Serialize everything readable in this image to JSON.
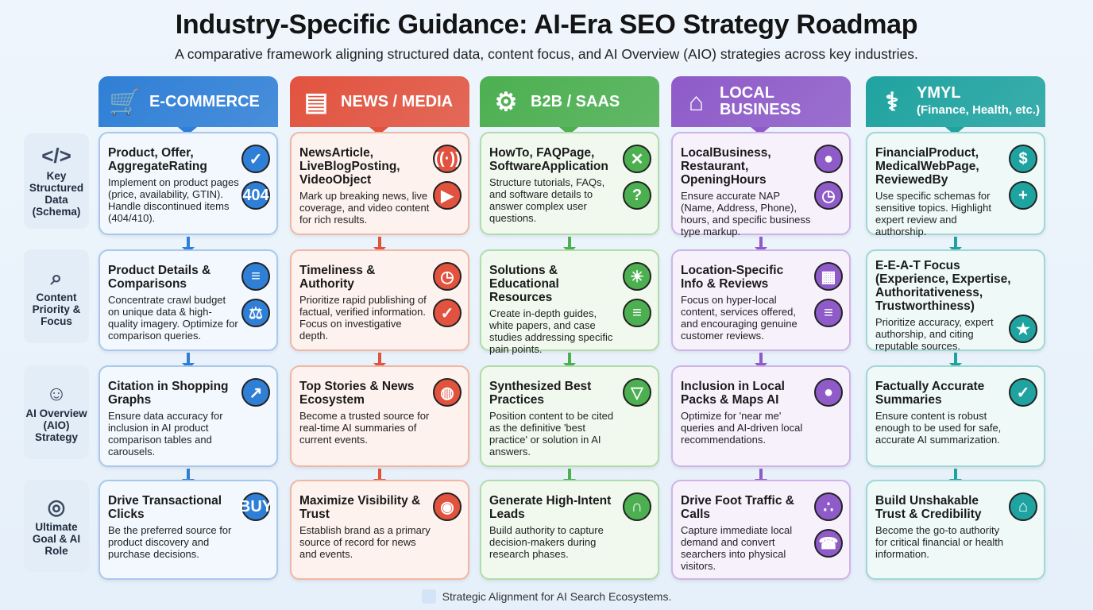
{
  "title": "Industry-Specific Guidance: AI-Era SEO Strategy Roadmap",
  "subtitle": "A comparative framework aligning structured data, content focus, and AI Overview (AIO) strategies across key industries.",
  "rows": [
    {
      "label": "Key Structured Data (Schema)",
      "icon": "code-window-icon",
      "glyph": "</>"
    },
    {
      "label": "Content Priority & Focus",
      "icon": "magnifier-box-icon",
      "glyph": "⌕"
    },
    {
      "label": "AI Overview (AIO) Strategy",
      "icon": "robot-icon",
      "glyph": "☺"
    },
    {
      "label": "Ultimate Goal & AI Role",
      "icon": "target-icon",
      "glyph": "◎"
    }
  ],
  "columns": [
    {
      "name": "E-COMMERCE",
      "sub": "",
      "icon": "shopping-cart-icon",
      "glyph": "🛒",
      "color": "#2f7fd6",
      "bg": "#f3f8fe",
      "border": "#a8c8ee",
      "cards": [
        {
          "title": "Product, Offer, AggregateRating",
          "desc": "Implement on product pages (price, availability, GTIN). Handle discontinued items (404/410).",
          "icons": [
            "price-tag-icon",
            "404-page-icon"
          ],
          "glyphs": [
            "✓",
            "404"
          ]
        },
        {
          "title": "Product Details & Comparisons",
          "desc": "Concentrate crawl budget on unique data & high-quality imagery. Optimize for comparison queries.",
          "icons": [
            "document-icon",
            "balance-scale-icon"
          ],
          "glyphs": [
            "≡",
            "⚖"
          ]
        },
        {
          "title": "Citation in Shopping Graphs",
          "desc": "Ensure data accuracy for inclusion in AI product comparison tables and carousels.",
          "icons": [
            "growth-chart-icon"
          ],
          "glyphs": [
            "↗"
          ]
        },
        {
          "title": "Drive Transactional Clicks",
          "desc": "Be the preferred source for product discovery and purchase decisions.",
          "icons": [
            "buy-button-icon"
          ],
          "glyphs": [
            "BUY"
          ]
        }
      ]
    },
    {
      "name": "NEWS / MEDIA",
      "sub": "",
      "icon": "newspaper-icon",
      "glyph": "▤",
      "color": "#e2533f",
      "bg": "#fdf2ed",
      "border": "#f0b7a6",
      "cards": [
        {
          "title": "NewsArticle, LiveBlogPosting, VideoObject",
          "desc": "Mark up breaking news, live coverage, and video content for rich results.",
          "icons": [
            "broadcast-tower-icon",
            "video-play-icon"
          ],
          "glyphs": [
            "((·))",
            "▶"
          ]
        },
        {
          "title": "Timeliness & Authority",
          "desc": "Prioritize rapid publishing of factual, verified information. Focus on investigative depth.",
          "icons": [
            "stopwatch-icon",
            "verified-badge-icon"
          ],
          "glyphs": [
            "◷",
            "✓"
          ]
        },
        {
          "title": "Top Stories & News Ecosystem",
          "desc": "Become a trusted source for real-time AI summaries of current events.",
          "icons": [
            "globe-megaphone-icon"
          ],
          "glyphs": [
            "◍"
          ]
        },
        {
          "title": "Maximize Visibility & Trust",
          "desc": "Establish brand as a primary source of record for news and events.",
          "icons": [
            "eye-shield-icon"
          ],
          "glyphs": [
            "◉"
          ]
        }
      ]
    },
    {
      "name": "B2B / SAAS",
      "sub": "",
      "icon": "gears-icon",
      "glyph": "⚙",
      "color": "#4caf50",
      "bg": "#f1f9ef",
      "border": "#b1dcab",
      "cards": [
        {
          "title": "HowTo, FAQPage, SoftwareApplication",
          "desc": "Structure tutorials, FAQs, and software details to answer complex user questions.",
          "icons": [
            "tools-icon",
            "question-bubble-icon"
          ],
          "glyphs": [
            "✕",
            "?"
          ]
        },
        {
          "title": "Solutions & Educational Resources",
          "desc": "Create in-depth guides, white papers, and case studies addressing specific pain points.",
          "icons": [
            "lightbulb-icon",
            "report-icon"
          ],
          "glyphs": [
            "☀",
            "≡"
          ]
        },
        {
          "title": "Synthesized Best Practices",
          "desc": "Position content to be cited as the definitive 'best practice' or solution in AI answers.",
          "icons": [
            "funnel-checklist-icon"
          ],
          "glyphs": [
            "▽"
          ]
        },
        {
          "title": "Generate High-Intent Leads",
          "desc": "Build authority to capture decision-makers during research phases.",
          "icons": [
            "magnet-user-icon"
          ],
          "glyphs": [
            "∩"
          ]
        }
      ]
    },
    {
      "name": "LOCAL BUSINESS",
      "sub": "",
      "icon": "storefront-icon",
      "glyph": "⌂",
      "color": "#8e5bc8",
      "bg": "#f7f1fc",
      "border": "#cdb4e8",
      "cards": [
        {
          "title": "LocalBusiness, Restaurant, OpeningHours",
          "desc": "Ensure accurate NAP (Name, Address, Phone), hours, and specific business type markup.",
          "icons": [
            "map-pin-icon",
            "clock-icon"
          ],
          "glyphs": [
            "●",
            "◷"
          ]
        },
        {
          "title": "Location-Specific Info & Reviews",
          "desc": "Focus on hyper-local content, services offered, and encouraging genuine customer reviews.",
          "icons": [
            "map-icon",
            "chat-bubbles-icon"
          ],
          "glyphs": [
            "▦",
            "≡"
          ]
        },
        {
          "title": "Inclusion in Local Packs & Maps AI",
          "desc": "Optimize for 'near me' queries and AI-driven local recommendations.",
          "icons": [
            "map-ai-pin-icon"
          ],
          "glyphs": [
            "●"
          ]
        },
        {
          "title": "Drive Foot Traffic & Calls",
          "desc": "Capture immediate local demand and convert searchers into physical visitors.",
          "icons": [
            "footprints-icon",
            "phone-icon"
          ],
          "glyphs": [
            "∴",
            "☎"
          ]
        }
      ]
    },
    {
      "name": "YMYL",
      "sub": "(Finance, Health, etc.)",
      "icon": "caduceus-icon",
      "glyph": "⚕",
      "color": "#1fa3a0",
      "bg": "#eef9f8",
      "border": "#9fd8d4",
      "cards": [
        {
          "title": "FinancialProduct, MedicalWebPage, ReviewedBy",
          "desc": "Use specific schemas for sensitive topics. Highlight expert review and authorship.",
          "icons": [
            "coins-icon",
            "medical-cross-icon"
          ],
          "glyphs": [
            "$",
            "+"
          ]
        },
        {
          "title": "E-E-A-T Focus (Experience, Expertise, Authoritativeness, Trustworthiness)",
          "desc": "Prioritize accuracy, expert authorship, and citing reputable sources.",
          "icons": [
            "eeat-certificate-icon"
          ],
          "glyphs": [
            "★"
          ]
        },
        {
          "title": "Factually Accurate Summaries",
          "desc": "Ensure content is robust enough to be used for safe, accurate AI summarization.",
          "icons": [
            "brain-check-icon"
          ],
          "glyphs": [
            "✓"
          ]
        },
        {
          "title": "Build Unshakable Trust & Credibility",
          "desc": "Become the go-to authority for critical financial or health information.",
          "icons": [
            "institution-handshake-icon"
          ],
          "glyphs": [
            "⌂"
          ]
        }
      ]
    }
  ],
  "footer": "Strategic Alignment for AI Search Ecosystems."
}
